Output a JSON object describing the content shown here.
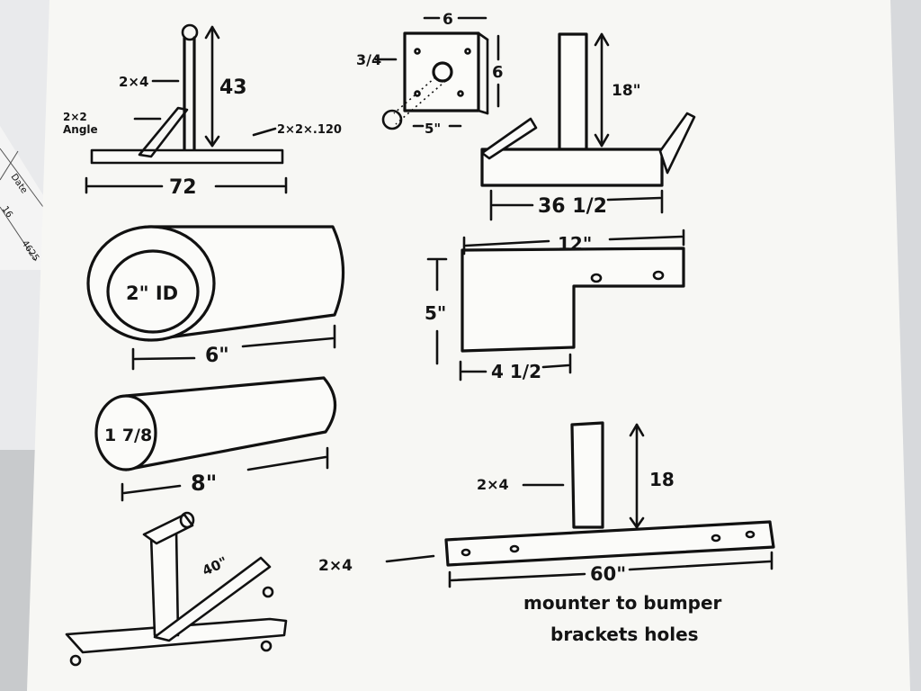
{
  "background_papers": {
    "table_header": "Date",
    "cell_1": "16",
    "cell_2": "4625"
  },
  "sketch_stand_side": {
    "label_2x4": "2×4",
    "label_height": "43",
    "label_angle": "2×2\nAngle",
    "label_tube": "2×2×.120",
    "label_length": "72"
  },
  "sketch_plate": {
    "label_width_top": "6",
    "label_thickness": "3/4",
    "label_height_right": "6",
    "label_hole_spacing": "5\""
  },
  "sketch_u_bracket": {
    "label_height": "18\"",
    "label_width": "36 1/2"
  },
  "sketch_big_tube": {
    "label_id": "2\" ID",
    "label_length": "6\""
  },
  "sketch_small_tube": {
    "label_od": "1 7/8",
    "label_length": "8\""
  },
  "sketch_l_plate": {
    "label_width": "12\"",
    "label_height": "5\"",
    "label_step": "4 1/2"
  },
  "sketch_iso_stand": {
    "label_brace": "40\""
  },
  "sketch_t_beam": {
    "label_post": "2×4",
    "label_height": "18",
    "label_beam": "2×4",
    "label_length": "60\"",
    "note_line_1": "mounter to bumper",
    "note_line_2": "brackets holes"
  },
  "colors": {
    "paper": "#f7f7f4",
    "ink": "#111111",
    "background": "#b9bcc0"
  }
}
